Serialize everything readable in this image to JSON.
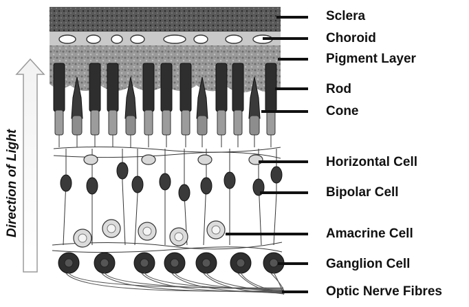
{
  "diagram": {
    "layers": [
      {
        "id": "sclera",
        "label": "Sclera"
      },
      {
        "id": "choroid",
        "label": "Choroid"
      },
      {
        "id": "pigment",
        "label": "Pigment Layer"
      },
      {
        "id": "rod",
        "label": "Rod"
      },
      {
        "id": "cone",
        "label": "Cone"
      },
      {
        "id": "horizontal",
        "label": "Horizontal Cell"
      },
      {
        "id": "bipolar",
        "label": "Bipolar Cell"
      },
      {
        "id": "amacrine",
        "label": "Amacrine Cell"
      },
      {
        "id": "ganglion",
        "label": "Ganglion Cell"
      },
      {
        "id": "optic",
        "label": "Optic Nerve Fibres"
      }
    ],
    "direction_label": "Direction of Light"
  }
}
